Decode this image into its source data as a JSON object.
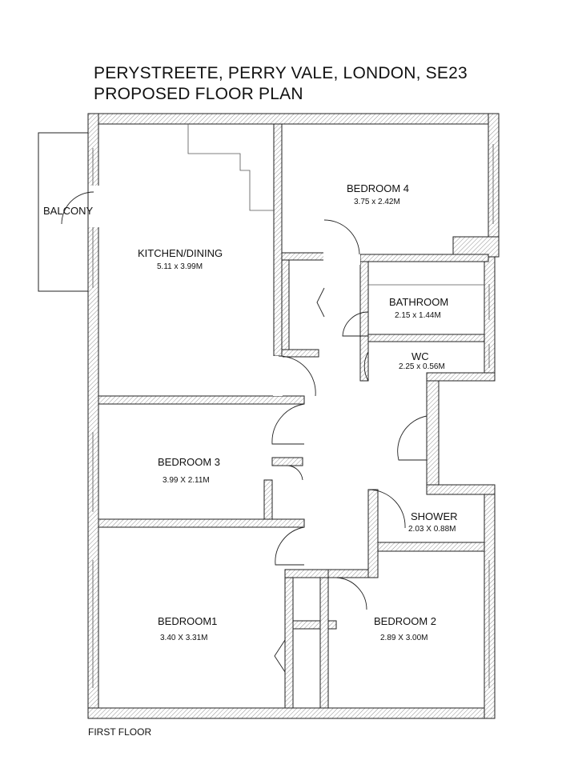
{
  "title": {
    "line1": "PERYSTREETE, PERRY VALE, LONDON, SE23",
    "line2": "PROPOSED FLOOR PLAN"
  },
  "footer": "FIRST FLOOR",
  "rooms": [
    {
      "id": "balcony",
      "name": "BALCONY",
      "size": ""
    },
    {
      "id": "kitchen-dining",
      "name": "KITCHEN/DINING",
      "size": "5.11 x 3.99M"
    },
    {
      "id": "bedroom-4",
      "name": "BEDROOM 4",
      "size": "3.75 x 2.42M"
    },
    {
      "id": "bathroom",
      "name": "BATHROOM",
      "size": "2.15 x 1.44M"
    },
    {
      "id": "wc",
      "name": "WC",
      "size": "2.25 x 0.56M"
    },
    {
      "id": "bedroom-3",
      "name": "BEDROOM 3",
      "size": "3.99 X 2.11M"
    },
    {
      "id": "shower",
      "name": "SHOWER",
      "size": "2.03 X 0.88M"
    },
    {
      "id": "bedroom-1",
      "name": "BEDROOM1",
      "size": "3.40 X 3.31M"
    },
    {
      "id": "bedroom-2",
      "name": "BEDROOM 2",
      "size": "2.89 X 3.00M"
    }
  ]
}
